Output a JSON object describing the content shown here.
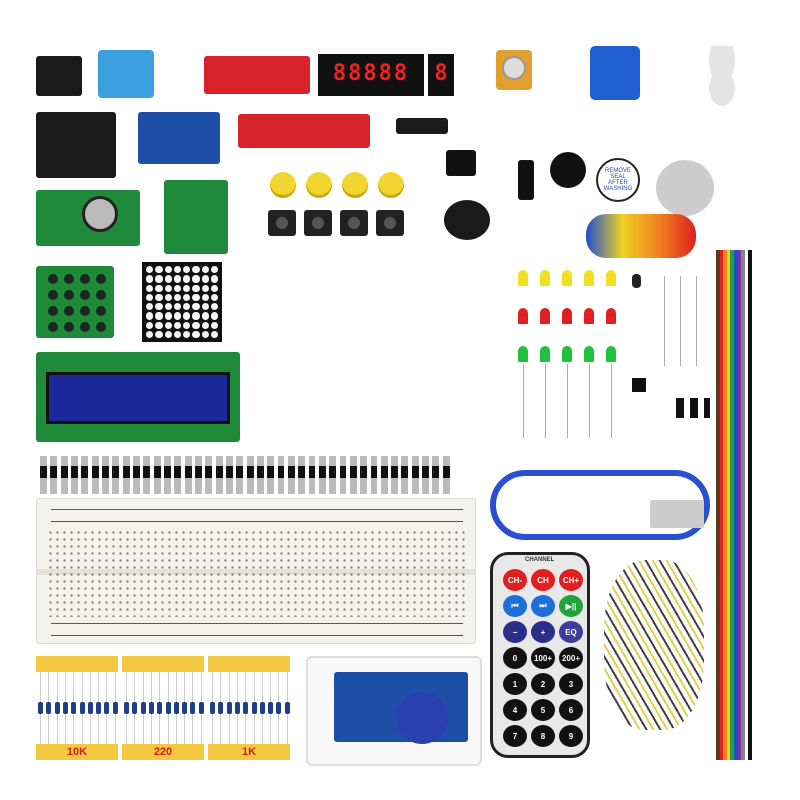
{
  "seven_segment": {
    "digits": "88888",
    "single": "8"
  },
  "sticker": {
    "text": "REMOVE SEAL AFTER WASHING"
  },
  "resistors": {
    "labels": [
      "10K",
      "220",
      "1K"
    ]
  },
  "remote": {
    "channel_label": "CHANNEL",
    "buttons": [
      {
        "label": "CH-",
        "color": "#e02020"
      },
      {
        "label": "CH",
        "color": "#e02020"
      },
      {
        "label": "CH+",
        "color": "#e02020"
      },
      {
        "label": "⏮",
        "color": "#1e6fd9"
      },
      {
        "label": "⏭",
        "color": "#1e6fd9"
      },
      {
        "label": "▶||",
        "color": "#1fa33a"
      },
      {
        "label": "−",
        "color": "#2b2f8a"
      },
      {
        "label": "+",
        "color": "#2b2f8a"
      },
      {
        "label": "EQ",
        "color": "#3a3f9a"
      },
      {
        "label": "0",
        "color": "#111"
      },
      {
        "label": "100+",
        "color": "#111"
      },
      {
        "label": "200+",
        "color": "#111"
      },
      {
        "label": "1",
        "color": "#111"
      },
      {
        "label": "2",
        "color": "#111"
      },
      {
        "label": "3",
        "color": "#111"
      },
      {
        "label": "4",
        "color": "#111"
      },
      {
        "label": "5",
        "color": "#111"
      },
      {
        "label": "6",
        "color": "#111"
      },
      {
        "label": "7",
        "color": "#111"
      },
      {
        "label": "8",
        "color": "#111"
      },
      {
        "label": "9",
        "color": "#111"
      }
    ]
  },
  "colors": {
    "led_rows": [
      "#f0e020",
      "#e02020",
      "#20c040"
    ],
    "ribbon": [
      "#5a3a1a",
      "#e02020",
      "#f08020",
      "#f0d020",
      "#20a040",
      "#2050d0",
      "#8030a0",
      "#888888",
      "#ffffff",
      "#111111"
    ]
  }
}
